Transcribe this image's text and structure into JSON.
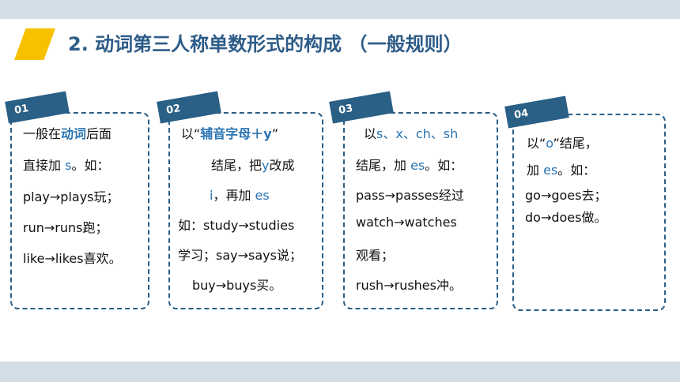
{
  "title": "2. 动词第三人称单数形式的构成 （一般规则）",
  "cards": [
    {
      "tag": "01",
      "lines": {
        "l1_a": "一般在",
        "l1_b": "动词",
        "l1_c": "后面",
        "l2_a": "直接加 ",
        "l2_b": "s",
        "l2_c": "。如：",
        "l3_a": "play",
        "l3_b": "plays玩；",
        "l4_a": "run",
        "l4_b": "runs跑；",
        "l5_a": "like",
        "l5_b": "likes喜欢。"
      }
    },
    {
      "tag": "02",
      "lines": {
        "l1_a": "以“",
        "l1_b": "辅音字母＋y",
        "l1_c": "”",
        "l2_a": "结尾，把",
        "l2_b": "y",
        "l2_c": "改成",
        "l3_a": "i",
        "l3_b": "，再加 ",
        "l3_c": "es",
        "l4_a": "如：study",
        "l4_b": "studies",
        "l5_a": "学习；say",
        "l5_b": "says说；",
        "l6_a": "buy",
        "l6_b": "buys买。"
      }
    },
    {
      "tag": "03",
      "lines": {
        "l1_a": "以",
        "l1_b": "s、x、ch、sh",
        "l2_a": "结尾，加 ",
        "l2_b": "es",
        "l2_c": "。如：",
        "l3_a": "pass",
        "l3_b": "passes经过",
        "l4_a": "watch",
        "l4_b": "watches",
        "l5_a": "观看；",
        "l6_a": "rush",
        "l6_b": "rushes冲。"
      }
    },
    {
      "tag": "04",
      "lines": {
        "l1_a": "以“",
        "l1_b": "o",
        "l1_c": "”结尾，",
        "l2_a": "加 ",
        "l2_b": "es",
        "l2_c": "。如：",
        "l3_a": "go",
        "l3_b": "goes去；",
        "l4_a": "do",
        "l4_b": "does做。"
      }
    }
  ],
  "arrow": "→",
  "colors": {
    "accent": "#2a5f86",
    "highlight": "#2a74b2",
    "marker": "#f8c100",
    "band": "#d3dde6"
  }
}
